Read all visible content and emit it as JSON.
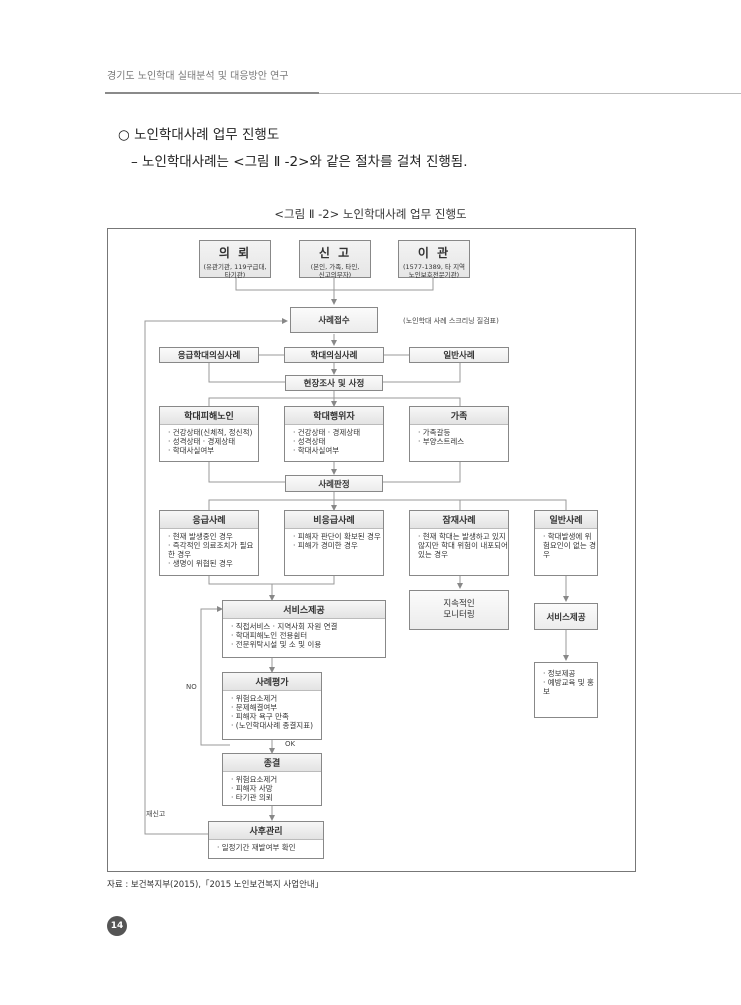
{
  "header": {
    "running_title": "경기도 노인학대 실태분석 및 대응방안 연구"
  },
  "body": {
    "bullet": "○  노인학대사례 업무 진행도",
    "dash": "– 노인학대사례는 <그림 Ⅱ -2>와 같은 절차를 걸쳐 진행됨."
  },
  "figure": {
    "caption": "<그림 Ⅱ -2> 노인학대사례 업무 진행도",
    "top": [
      {
        "title": "의 뢰",
        "sub": "(유관기관, 119구급대,\n타기관)"
      },
      {
        "title": "신 고",
        "sub": "(본인, 가족, 타인,\n신고의무자)"
      },
      {
        "title": "이 관",
        "sub": "(1577-1389, 타 지역\n노인보호전문기관)"
      }
    ],
    "intake": "사례접수",
    "intake_note": "(노인학대 사례 스크리닝 질검표)",
    "row2": [
      "응급학대의심사례",
      "학대의심사례",
      "일반사례"
    ],
    "investigation": "현장조사 및 사정",
    "assess": [
      {
        "title": "학대피해노인",
        "items": [
          "건강상태(신체적, 정신적)",
          "성격상태 · 경제상태",
          "학대사실여부"
        ]
      },
      {
        "title": "학대행위자",
        "items": [
          "건강상태 · 경제상태",
          "성격상태",
          "학대사실여부"
        ]
      },
      {
        "title": "가족",
        "items": [
          "가족갈등",
          "부양스트레스"
        ]
      }
    ],
    "judgment": "사례판정",
    "cases": [
      {
        "title": "응급사례",
        "items": [
          "현재 발생중인 경우",
          "즉각적인 의료조치가 필요한 경우",
          "생명이 위협된 경우"
        ]
      },
      {
        "title": "비응급사례",
        "items": [
          "피해자 판단이 확보된 경우",
          "피해가 경미한 경우"
        ]
      },
      {
        "title": "잠재사례",
        "items": [
          "현재 학대는 발생하고 있지 않지만 학대 위험이 내포되어 있는 경우"
        ]
      },
      {
        "title": "일반사례",
        "items": [
          "학대발생에 위험요인이 없는 경우"
        ]
      }
    ],
    "monitoring": "지속적인\n모니터링",
    "service_general": "서비스제공",
    "info_items": [
      "정보제공",
      "예방교육 및 홍보"
    ],
    "service": {
      "title": "서비스제공",
      "items": [
        "직접서비스 · 지역사회 자원 연결",
        "학대피해노인 전용쉼터",
        "전문위탁시설 및 소 및 이용"
      ]
    },
    "evaluation": {
      "title": "사례평가",
      "items": [
        "위험요소제거",
        "문제해결여부",
        "피해자 욕구 만족",
        "(노인학대사례 종결지표)"
      ]
    },
    "no_label": "NO",
    "ok_label": "OK",
    "closing": {
      "title": "종결",
      "items": [
        "위험요소제거",
        "피해자 사망",
        "타기관 의뢰"
      ]
    },
    "followup": {
      "title": "사후관리",
      "items": [
        "일정기간 재발여부 확인"
      ]
    },
    "reopen_label": "재신고"
  },
  "footer": {
    "source": "자료 : 보건복지부(2015),「2015 노인보건복지 사업안내」",
    "page_number": "14"
  }
}
